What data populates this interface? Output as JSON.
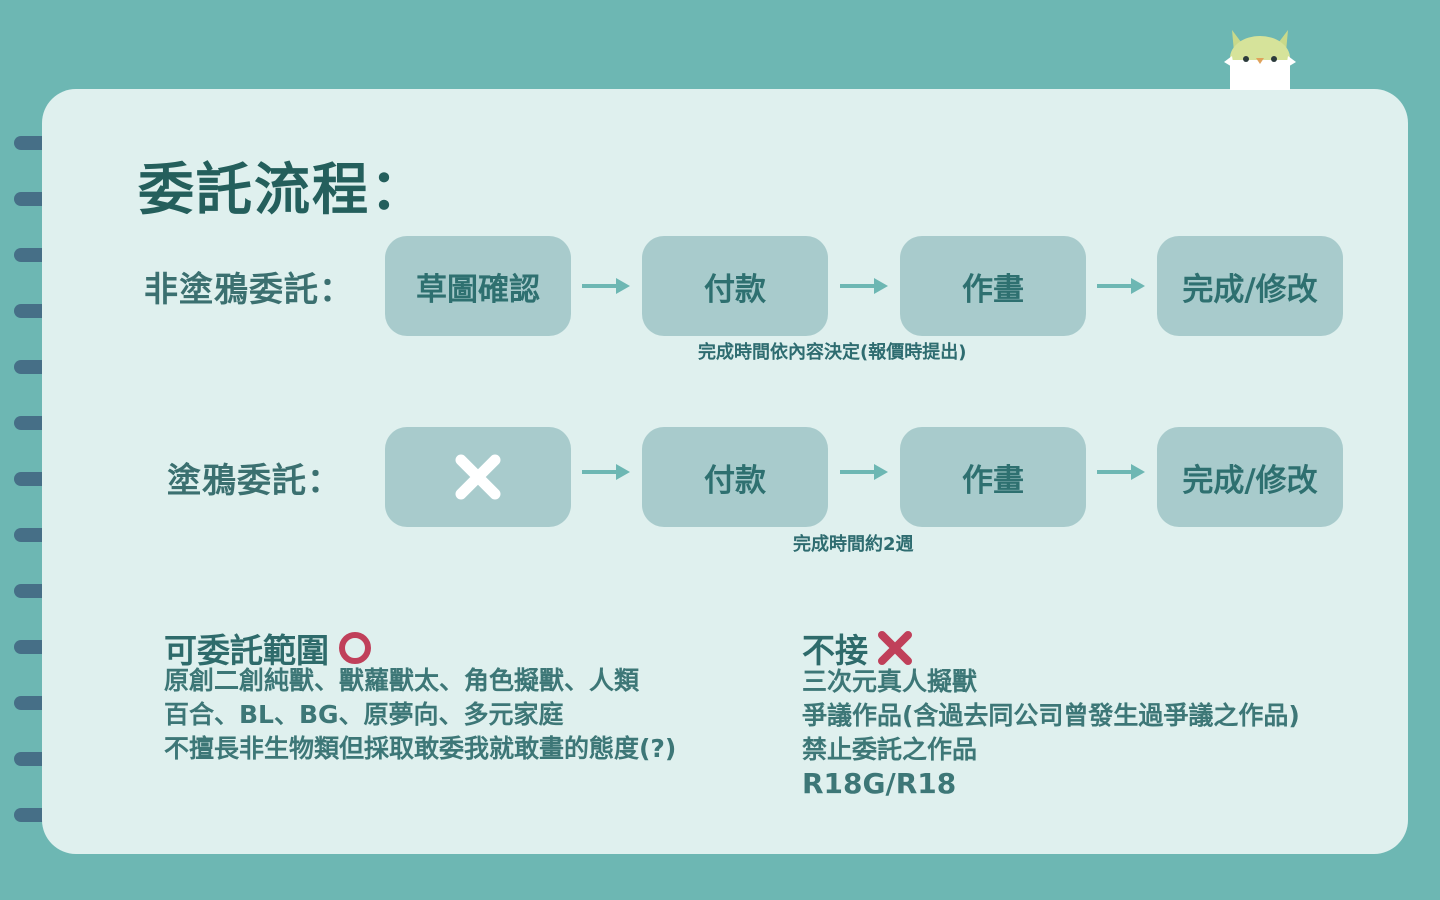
{
  "title": "委託流程：",
  "rows": [
    {
      "label": "非塗鴉委託：",
      "steps": [
        "草圖確認",
        "付款",
        "作畫",
        "完成/修改"
      ],
      "note": "完成時間依內容決定(報價時提出)"
    },
    {
      "label": "塗鴉委託：",
      "steps": [
        "cross-icon",
        "付款",
        "作畫",
        "完成/修改"
      ],
      "note": "完成時間約2週"
    }
  ],
  "accept": {
    "heading": "可委託範圍",
    "icon": "circle-icon",
    "items": [
      "原創二創純獸、獸蘿獸太、角色擬獸、人類",
      "百合、BL、BG、原夢向、多元家庭",
      "不擅長非生物類但採取敢委我就敢畫的態度(?)"
    ]
  },
  "reject": {
    "heading": "不接",
    "icon": "cross-icon",
    "items": [
      "三次元真人擬獸",
      "爭議作品(含過去同公司曾發生過爭議之作品)",
      "禁止委託之作品",
      "R18G/R18"
    ]
  },
  "colors": {
    "background": "#6db7b3",
    "card": "#dff0ee",
    "box": "#a8cbcc",
    "ring": "#466f87",
    "accept_icon": "#c0405a",
    "reject_icon": "#c0405a",
    "arrow": "#6db7b3"
  }
}
